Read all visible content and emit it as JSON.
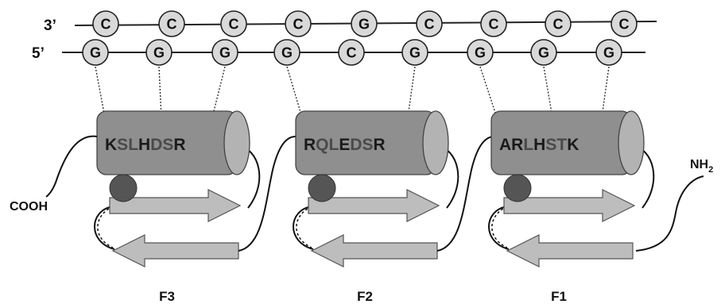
{
  "strands": {
    "top": {
      "label": "3’",
      "bases": [
        "C",
        "C",
        "C",
        "C",
        "G",
        "C",
        "C",
        "C",
        "C"
      ]
    },
    "bottom": {
      "label": "5’",
      "bases": [
        "G",
        "G",
        "G",
        "G",
        "C",
        "G",
        "G",
        "G",
        "G"
      ]
    }
  },
  "fingers": [
    {
      "name": "F3",
      "helix": [
        {
          "t": "K",
          "dark": true
        },
        {
          "t": "S",
          "dark": false
        },
        {
          "t": "L",
          "dark": false
        },
        {
          "t": "H",
          "dark": true
        },
        {
          "t": "D",
          "dark": false
        },
        {
          "t": "S",
          "dark": false
        },
        {
          "t": "R",
          "dark": true
        }
      ]
    },
    {
      "name": "F2",
      "helix": [
        {
          "t": "R",
          "dark": true
        },
        {
          "t": "Q",
          "dark": false
        },
        {
          "t": "L",
          "dark": false
        },
        {
          "t": "E",
          "dark": true
        },
        {
          "t": "D",
          "dark": false
        },
        {
          "t": "S",
          "dark": false
        },
        {
          "t": "R",
          "dark": true
        }
      ]
    },
    {
      "name": "F1",
      "helix": [
        {
          "t": "A",
          "dark": true
        },
        {
          "t": "R",
          "dark": true
        },
        {
          "t": "L",
          "dark": false
        },
        {
          "t": "H",
          "dark": true
        },
        {
          "t": "S",
          "dark": false
        },
        {
          "t": "T",
          "dark": false
        },
        {
          "t": "K",
          "dark": true
        }
      ]
    }
  ],
  "termini": {
    "c_term": "COOH",
    "n_term": "NH",
    "n_term_sub": "2"
  },
  "colors": {
    "helix_fill": "#8f8f8f",
    "helix_cap": "#b3b3b3",
    "arrow_fill": "#bdbdbd",
    "bead_fill": "#555555",
    "base_fill": "#d9d9d9"
  }
}
